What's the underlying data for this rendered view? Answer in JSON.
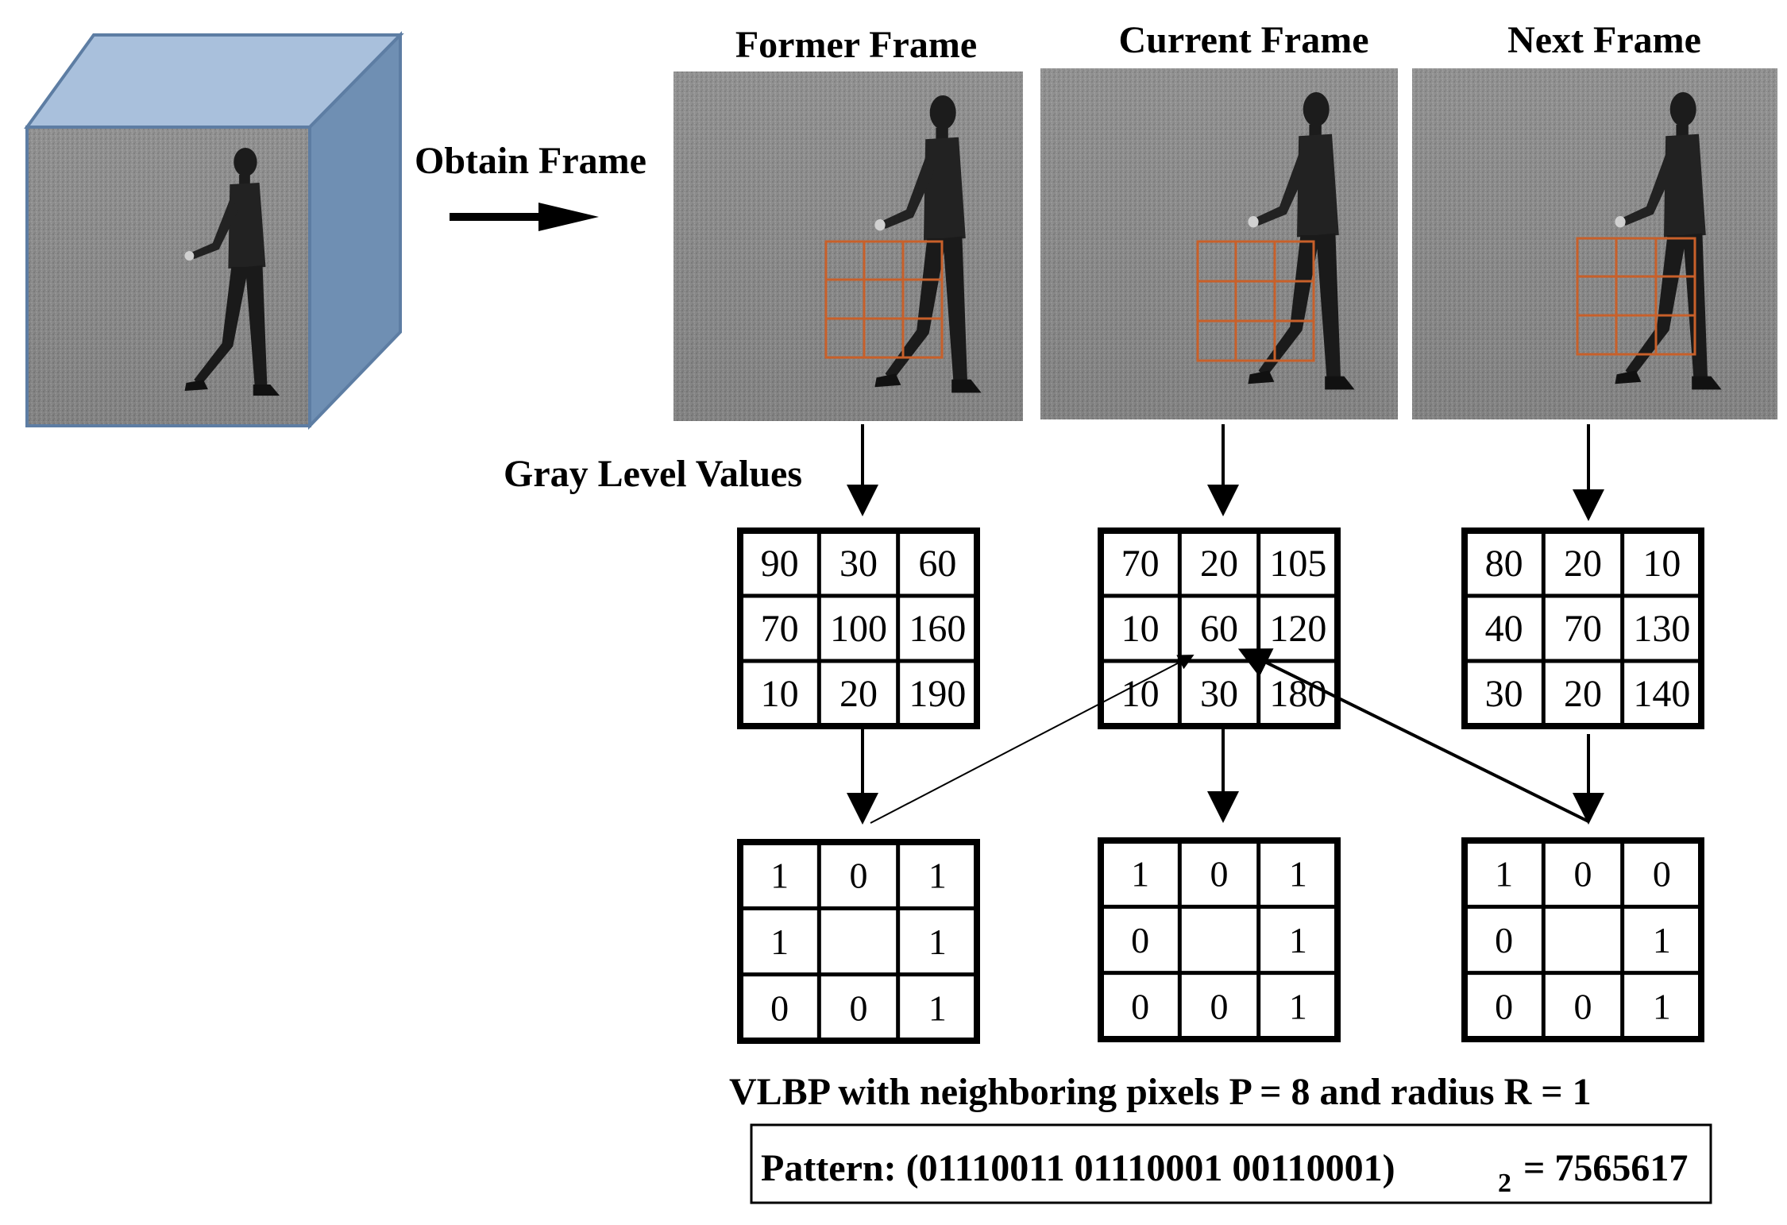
{
  "labels": {
    "obtain_frame": "Obtain Frame",
    "gray_level_values": "Gray Level Values",
    "vlbp_caption": "VLBP with neighboring pixels P = 8 and radius R = 1",
    "pattern_main": "Pattern: (01110011 01110001 00110001)",
    "pattern_sub": "2",
    "pattern_value": "= 7565617"
  },
  "frames": [
    {
      "title": "Former Frame",
      "gray": [
        [
          "90",
          "30",
          "60"
        ],
        [
          "70",
          "100",
          "160"
        ],
        [
          "10",
          "20",
          "190"
        ]
      ],
      "binary": [
        [
          "1",
          "0",
          "1"
        ],
        [
          "1",
          "",
          "1"
        ],
        [
          "0",
          "0",
          "1"
        ]
      ]
    },
    {
      "title": "Current Frame",
      "gray": [
        [
          "70",
          "20",
          "105"
        ],
        [
          "10",
          "60",
          "120"
        ],
        [
          "10",
          "30",
          "180"
        ]
      ],
      "binary": [
        [
          "1",
          "0",
          "1"
        ],
        [
          "0",
          "",
          "1"
        ],
        [
          "0",
          "0",
          "1"
        ]
      ]
    },
    {
      "title": "Next Frame",
      "gray": [
        [
          "80",
          "20",
          "10"
        ],
        [
          "40",
          "70",
          "130"
        ],
        [
          "30",
          "20",
          "140"
        ]
      ],
      "binary": [
        [
          "1",
          "0",
          "0"
        ],
        [
          "0",
          "",
          "1"
        ],
        [
          "0",
          "0",
          "1"
        ]
      ]
    }
  ],
  "colors": {
    "cube_front": "#6b6b6b",
    "cube_top": "#a9c0dc",
    "cube_side": "#6f8fb3",
    "grid_overlay": "#c8602a",
    "photo_ground": "#858585"
  }
}
